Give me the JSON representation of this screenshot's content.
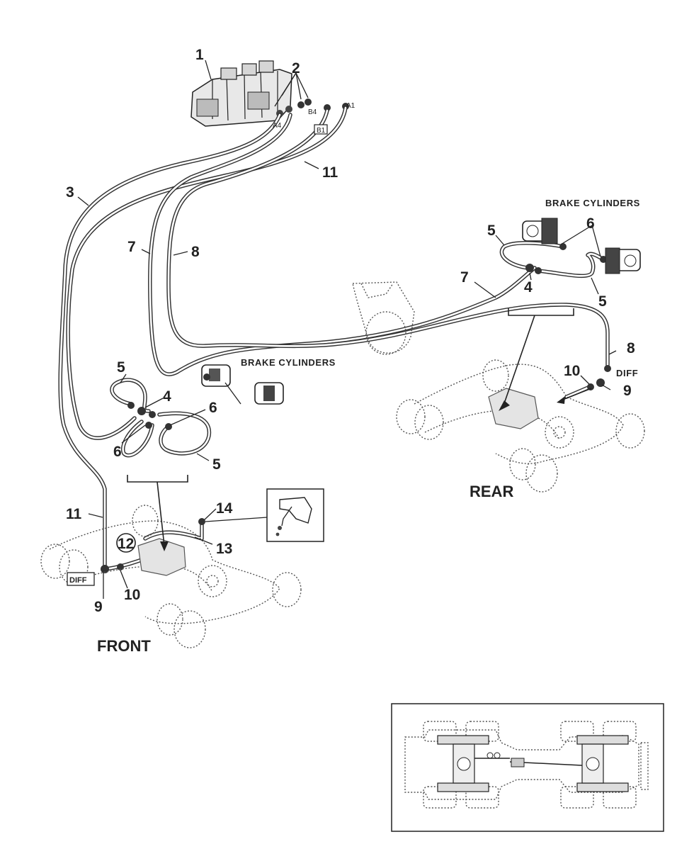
{
  "callouts": {
    "c1": "1",
    "c2": "2",
    "c3": "3",
    "c11_top": "11",
    "c7_left": "7",
    "c8_left": "8",
    "c5_rear_top": "5",
    "c6_rear": "6",
    "c7_rear": "7",
    "c4_rear": "4",
    "c5_rear_bottom": "5",
    "c8_rear": "8",
    "c10_rear": "10",
    "c9_rear": "9",
    "c5_front_top": "5",
    "c4_front": "4",
    "c6_front_right": "6",
    "c6_front_left": "6",
    "c5_front_bottom": "5",
    "c11_front": "11",
    "c14": "14",
    "c12": "12",
    "c13": "13",
    "c9_front": "9",
    "c10_front": "10"
  },
  "ports": {
    "a1": "A1",
    "b4": "B4",
    "a4": "A4",
    "b1": "B1"
  },
  "labels": {
    "brake_cylinders_rear": "BRAKE CYLINDERS",
    "brake_cylinders_front": "BRAKE CYLINDERS",
    "diff_rear": "DIFF",
    "diff_front": "DIFF",
    "rear": "REAR",
    "front": "FRONT"
  }
}
